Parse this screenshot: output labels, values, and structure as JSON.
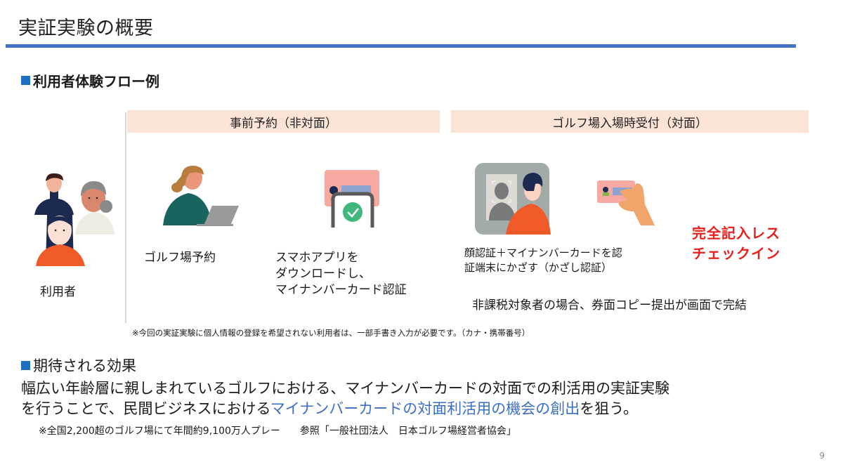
{
  "slide": {
    "title": "実証実験の概要",
    "page_number": "9",
    "accent_color": "#4472c4"
  },
  "flow_section": {
    "heading": "利用者体験フロー例",
    "user_label": "利用者",
    "phases": [
      {
        "label": "事前予約（非対面）",
        "band_color": "#fbe3d6"
      },
      {
        "label": "ゴルフ場入場時受付（対面）",
        "band_color": "#fbe3d6"
      }
    ],
    "steps": [
      {
        "icon": "person-laptop-illustration",
        "lines": [
          "ゴルフ場予約"
        ]
      },
      {
        "icon": "smartphone-card-check-illustration",
        "lines": [
          "スマホアプリを",
          "ダウンロードし、",
          "マイナンバーカード認証"
        ]
      },
      {
        "icon": "face-recognition-illustration",
        "lines": [
          "顔認証＋マイナンバーカードを認",
          "証端末にかざす（かざし認証）"
        ]
      },
      {
        "icon": "hand-holding-card-illustration",
        "lines": []
      }
    ],
    "result_label": [
      "完全記入レス",
      "チェックイン"
    ],
    "result_color": "#e8201b",
    "non_taxable_note": "非課税対象者の場合、券面コピー提出が画面で完結",
    "footnote": "※今回の実証実験に個人情報の登録を希望されない利用者は、一部手書き入力が必要です。（カナ・携帯番号）"
  },
  "effect_section": {
    "heading": "期待される効果",
    "line1": "幅広い年齢層に親しまれているゴルフにおける、マイナンバーカードの対面での利活用の実証実験",
    "line2_prefix": "を行うことで、民間ビジネスにおける",
    "line2_highlight": "マイナンバーカードの対面利活用の機会の創出",
    "line2_suffix": "を狙う。",
    "highlight_color": "#3b6fc4",
    "note": "※全国2,200超のゴルフ場にて年間約9,100万人プレー　　参照「一般社団法人　日本ゴルフ場経営者協会」"
  }
}
